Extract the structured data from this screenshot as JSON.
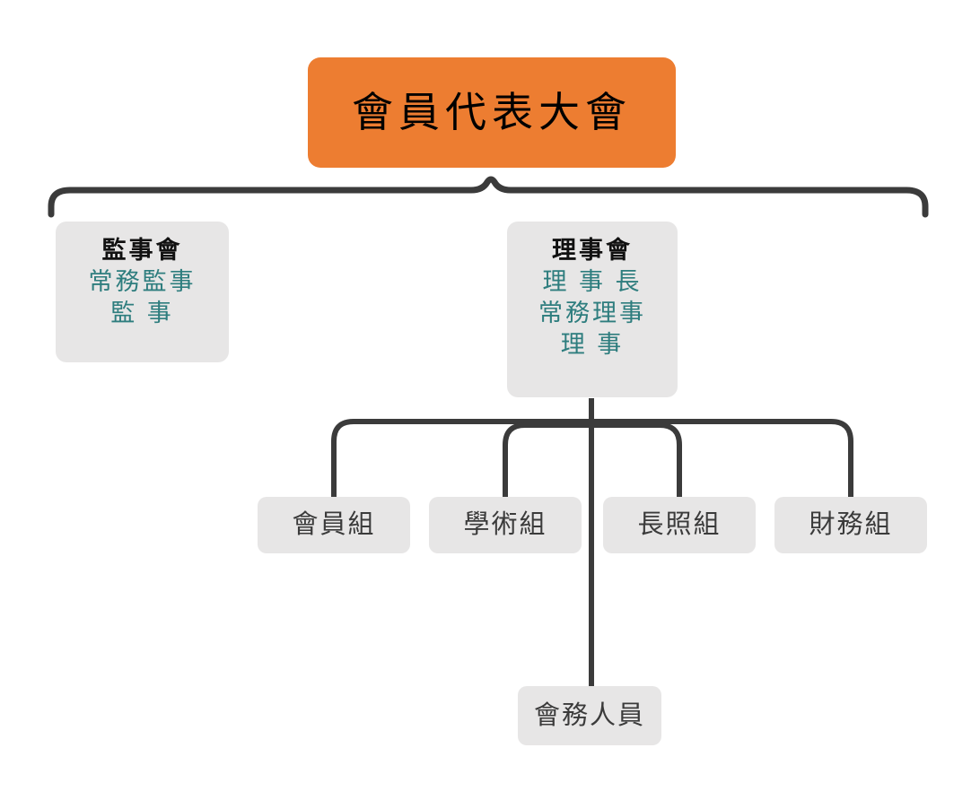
{
  "colors": {
    "accent_orange": "#ED7D31",
    "node_gray": "#E7E6E6",
    "line_dark": "#3B3B3B",
    "teal_text": "#2E7D7E",
    "heading_text": "#111111",
    "leaf_text": "#3B3B3B",
    "background": "#FFFFFF"
  },
  "chart": {
    "root": {
      "label": "會員代表大會"
    },
    "supervisory_board": {
      "title": "監事會",
      "lines": [
        "常務監事",
        "監 事"
      ]
    },
    "board_of_directors": {
      "title": "理事會",
      "lines": [
        "理 事 長",
        "常務理事",
        "理 事"
      ]
    },
    "departments": [
      {
        "label": "會員組"
      },
      {
        "label": "學術組"
      },
      {
        "label": "長照組"
      },
      {
        "label": "財務組"
      }
    ],
    "staff": {
      "label": "會務人員"
    }
  }
}
